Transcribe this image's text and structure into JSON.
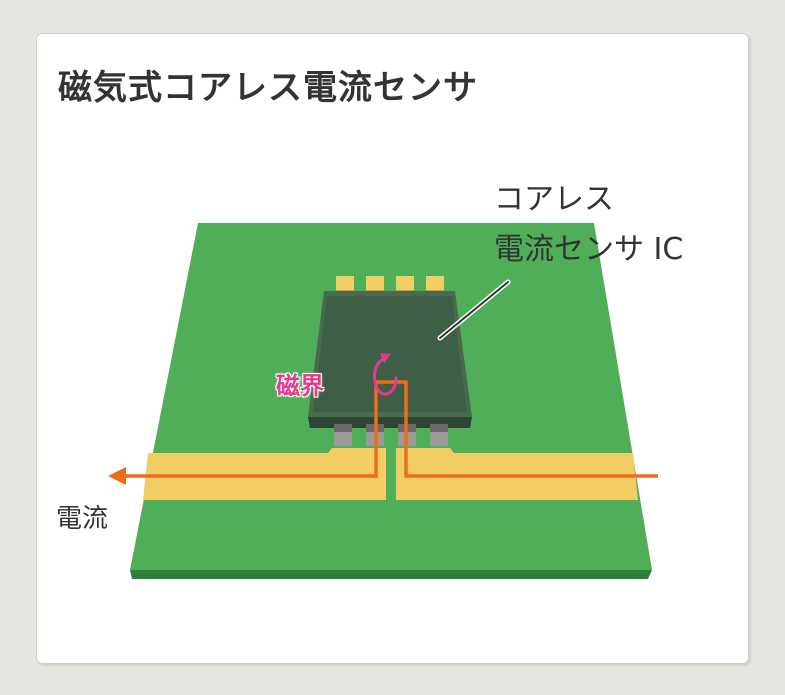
{
  "title": "磁気式コアレス電流センサ",
  "labels": {
    "ic_line1": "コアレス",
    "ic_line2": "電流センサ IC",
    "magnetic_field": "磁界",
    "current": "電流"
  },
  "colors": {
    "board": "#4fae57",
    "board_edge": "#2f7f3a",
    "trace": "#f2cd63",
    "chip": "#3e5a44",
    "current_arrow": "#ef6c1a",
    "field_text": "#e23b8f"
  }
}
